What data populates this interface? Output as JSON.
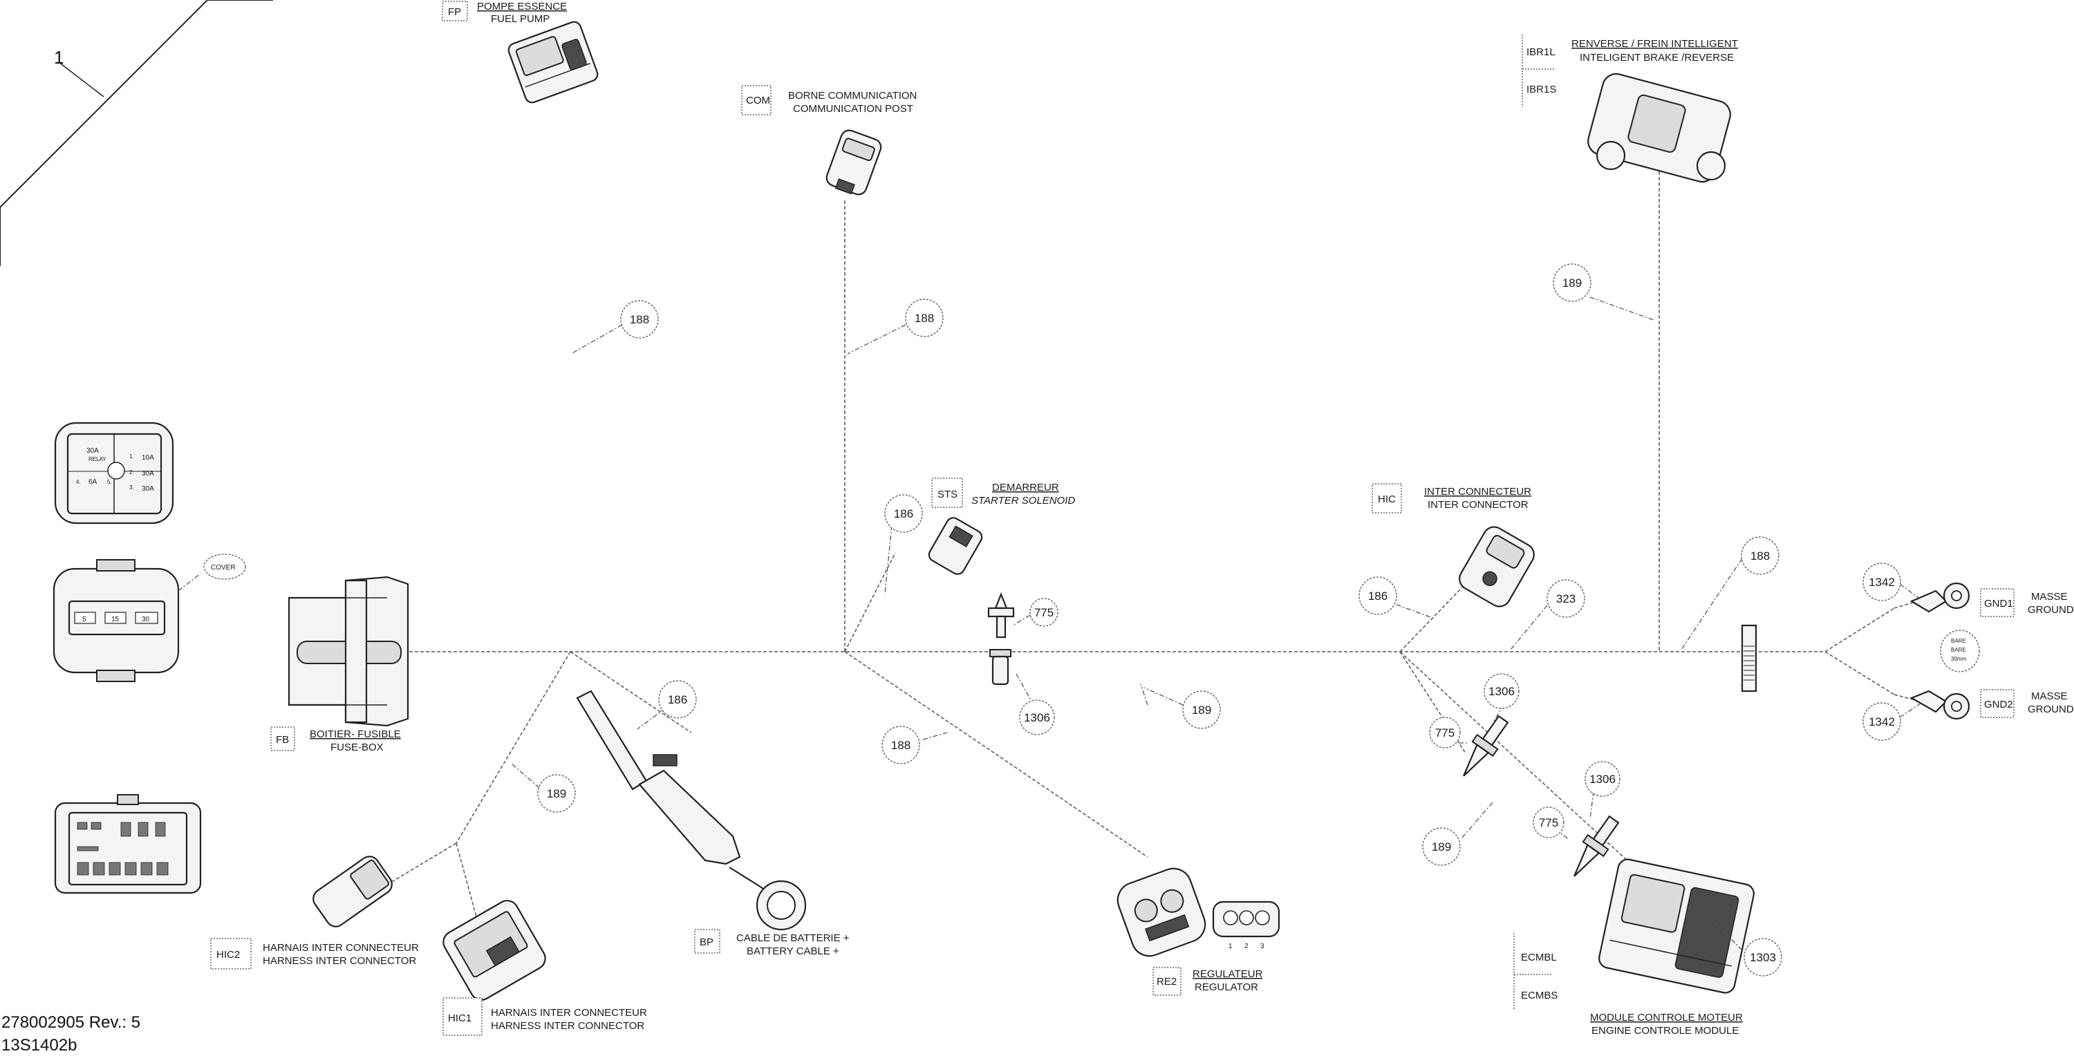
{
  "diagram": {
    "item_number": "1",
    "footer": {
      "part_number": "278002905 Rev.: 5",
      "drawing_code": "13S1402b"
    },
    "components": {
      "fp": {
        "code": "FP",
        "label_fr": "POMPE ESSENCE",
        "label_en": "FUEL PUMP"
      },
      "com": {
        "code": "COM",
        "label_fr": "BORNE COMMUNICATION",
        "label_en": "COMMUNICATION POST"
      },
      "ibr": {
        "codes": [
          "IBR1L",
          "IBR1S"
        ],
        "label_fr": "RENVERSE / FREIN INTELLIGENT",
        "label_en": "INTELIGENT BRAKE /REVERSE"
      },
      "sts": {
        "code": "STS",
        "label_fr": "DEMARREUR",
        "label_en": "STARTER SOLENOID"
      },
      "hic": {
        "code": "HIC",
        "label_fr": "INTER CONNECTEUR",
        "label_en": "INTER CONNECTOR"
      },
      "fb": {
        "code": "FB",
        "label_fr": "BOITIER- FUSIBLE",
        "label_en": "FUSE-BOX"
      },
      "bp": {
        "code": "BP",
        "label_fr": "CABLE DE BATTERIE +",
        "label_en": "BATTERY CABLE +"
      },
      "hic2": {
        "code": "HIC2",
        "label_fr": "HARNAIS INTER CONNECTEUR",
        "label_en": "HARNESS INTER CONNECTOR"
      },
      "hic1": {
        "code": "HIC1",
        "label_fr": "HARNAIS INTER CONNECTEUR",
        "label_en": "HARNESS INTER CONNECTOR"
      },
      "re2": {
        "code": "RE2",
        "label_fr": "REGULATEUR",
        "label_en": "REGULATOR",
        "pins": [
          "1",
          "2",
          "3"
        ]
      },
      "ecm": {
        "codes": [
          "ECMBL",
          "ECMBS"
        ],
        "label_fr": "MODULE CONTROLE MOTEUR",
        "label_en": "ENGINE CONTROLE MODULE"
      },
      "gnd1": {
        "code": "GND1",
        "label_fr": "MASSE",
        "label_en": "GROUND"
      },
      "gnd2": {
        "code": "GND2",
        "label_fr": "MASSE",
        "label_en": "GROUND"
      },
      "bare": {
        "line1": "BARE",
        "line2": "BARE",
        "line3": "30mm"
      },
      "cover": {
        "label": "COVER"
      }
    },
    "fusebox": {
      "top_cells": [
        "30A",
        "RELAY",
        "6A",
        "10A",
        "30A",
        "30A"
      ],
      "top_captions": [
        "1.",
        "2.",
        "3.",
        "4.",
        "5."
      ],
      "cover_fuses": [
        "5",
        "15",
        "30"
      ]
    },
    "callouts": [
      "188",
      "188",
      "189",
      "186",
      "775",
      "1306",
      "188",
      "189",
      "186",
      "189",
      "186",
      "323",
      "188",
      "1342",
      "1342",
      "1306",
      "775",
      "189",
      "1306",
      "775",
      "1303"
    ]
  }
}
